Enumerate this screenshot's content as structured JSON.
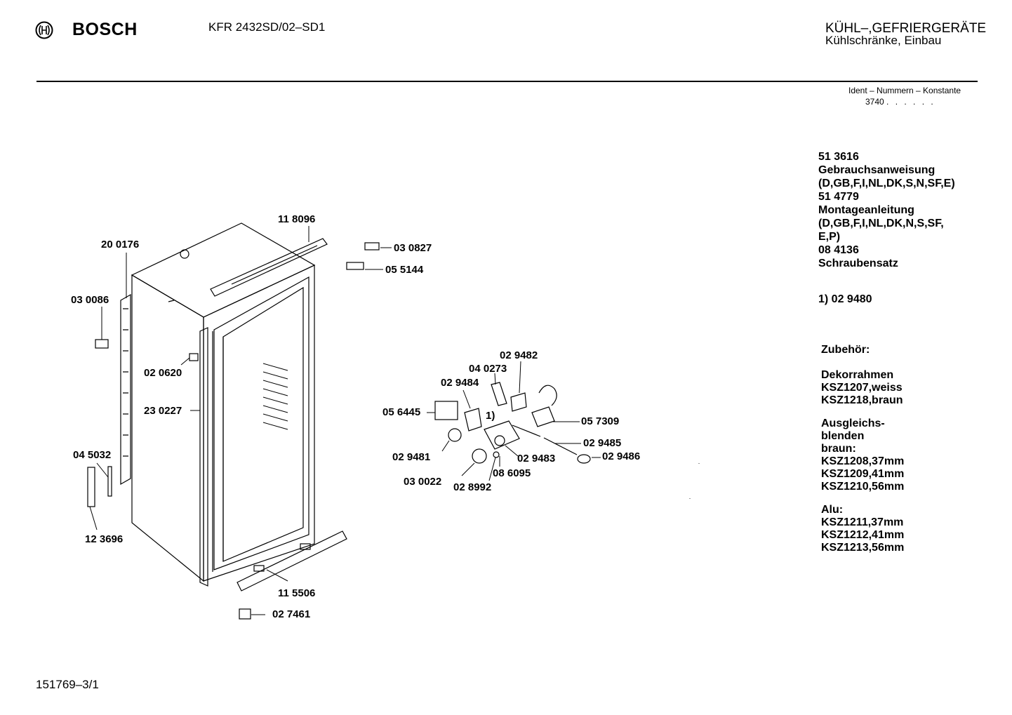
{
  "header": {
    "brand": "BOSCH",
    "model": "KFR 2432SD/02–SD1",
    "category_line1": "KÜHL–,GEFRIERGERÄTE",
    "category_line2": "Kühlschränke, Einbau",
    "ident_label": "Ident – Nummern – Konstante",
    "ident_value": "3740",
    "ident_dots": ". . . . . ."
  },
  "info": {
    "manual_no": "51 3616",
    "manual_title": "Gebrauchsanweisung",
    "manual_langs": "(D,GB,F,I,NL,DK,S,N,SF,E)",
    "install_no": "51 4779",
    "install_title": "Montageanleitung",
    "install_langs_1": "(D,GB,F,I,NL,DK,N,S,SF,",
    "install_langs_2": "E,P)",
    "screws_no": "08 4136",
    "screws_title": "Schraubensatz",
    "footnote": "1)  02 9480"
  },
  "accessories": {
    "heading": "Zubehör:",
    "deko_title": "Dekorrahmen",
    "deko_1": "KSZ1207,weiss",
    "deko_2": "KSZ1218,braun",
    "ausgl_1": "Ausgleichs-",
    "ausgl_2": "blenden",
    "ausgl_3": "braun:",
    "braun_1": "KSZ1208,37mm",
    "braun_2": "KSZ1209,41mm",
    "braun_3": "KSZ1210,56mm",
    "alu_title": "Alu:",
    "alu_1": "KSZ1211,37mm",
    "alu_2": "KSZ1212,41mm",
    "alu_3": "KSZ1213,56mm"
  },
  "parts": {
    "p118096": "11 8096",
    "p200176": "20 0176",
    "p030827": "03 0827",
    "p055144": "05 5144",
    "p030086": "03 0086",
    "p020620": "02 0620",
    "p230227": "23 0227",
    "p045032": "04 5032",
    "p123696": "12 3696",
    "p115506": "11 5506",
    "p027461": "02 7461",
    "p029482": "02 9482",
    "p040273": "04 0273",
    "p029484": "02 9484",
    "p056445": "05 6445",
    "p057309": "05 7309",
    "p029485": "02 9485",
    "p029481": "02 9481",
    "p029483": "02 9483",
    "p029486": "02 9486",
    "p086095": "08 6095",
    "p030022": "03 0022",
    "p028992": "02 8992",
    "footnote_marker": "1)"
  },
  "footer": {
    "drawing_no": "151769–3/1"
  }
}
